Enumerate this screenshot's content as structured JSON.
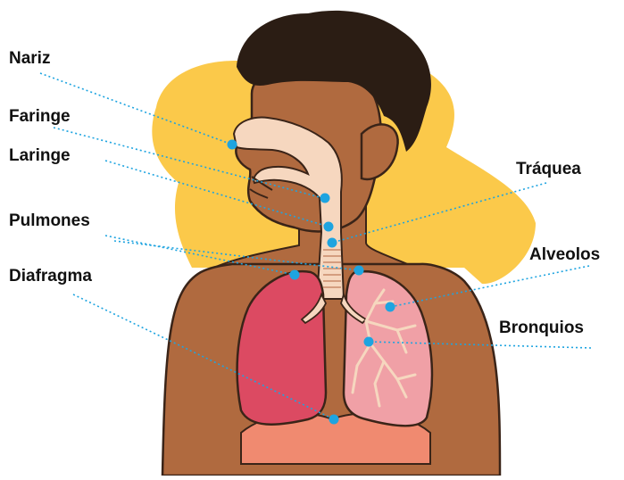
{
  "labels": {
    "nariz": "Nariz",
    "faringe": "Faringe",
    "laringe": "Laringe",
    "pulmones": "Pulmones",
    "diafragma": "Diafragma",
    "traquea": "Tráquea",
    "alveolos": "Alveolos",
    "bronquios": "Bronquios"
  },
  "colors": {
    "background_blob": "#fbc94a",
    "skin": "#b06a3f",
    "hair": "#2b1d14",
    "airway": "#f6d7bf",
    "lung_left": "#dc4a62",
    "lung_right": "#f0a0a6",
    "diaphragm": "#f08a70",
    "pointer": "#1ea4e0",
    "label_text": "#111111"
  }
}
